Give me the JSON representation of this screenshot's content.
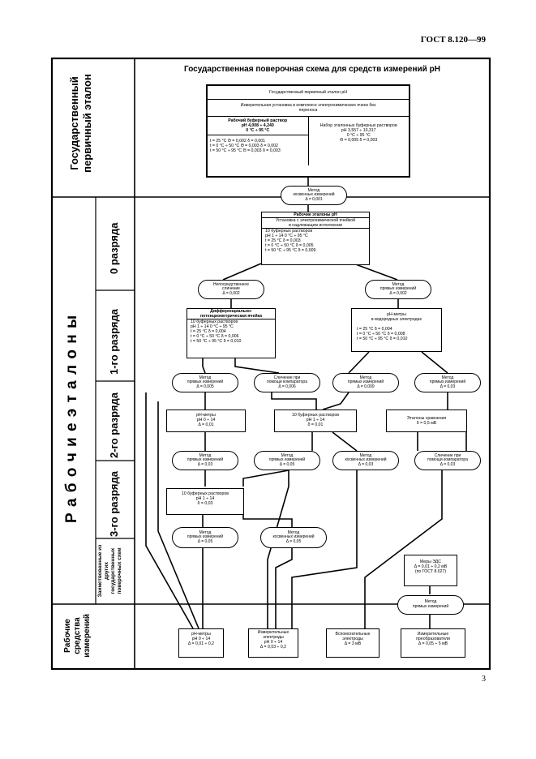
{
  "header": {
    "doc_id": "ГОСТ 8.120—99",
    "page_number": "3"
  },
  "title": "Государственная поверочная схема для средств измерений рН",
  "rows": {
    "primary": "Государственный первичный эталон",
    "working": "Р а б о ч и е   э т а л о н ы",
    "grade0": "0 разряда",
    "grade1": "1-го разряда",
    "grade2": "2-го разряда",
    "grade3": "3-го разряда",
    "other": "Заимствованные из других государственных поверочных схем",
    "instruments": "Рабочие средства измерений"
  },
  "primary_standard": {
    "caption": "Государственный первичный эталон рН",
    "installation": "Измерительная установка в комплексе электрохимических ячеек без переноса",
    "left": "Рабочий буферный раствор\nрН 4,008 ÷ 4,240\n0 °С ÷ 95 °С",
    "right": "Набор эталонных буферных растворов\nрН 3,557 ÷ 10,317\n0 °С ÷ 95 °С",
    "left_metrics": "t = 25 °C      Θ = 0,002    δ = 0,001\nt = 0 °C ÷ 50 °C    Θ = 0,003    δ = 0,002\nt = 50 °C ÷ 95 °C   Θ = 0,003    δ = 0,003",
    "right_metrics": "Θ = 0,005    δ = 0,003"
  },
  "method_top": "Метод\nкосвенных измерений\nΔ = 0,001",
  "grade0_standard": {
    "title": "Рабочие эталоны рН",
    "installation": "Установка с электрохимической ячейкой\nв надлежащем исполнении",
    "body": "10 буферных растворов\nрН 1 ÷ 14        0 °С ÷ 95 °С\nt = 25 °C           δ = 0,003\nt = 0 °C ÷ 50 °C    δ = 0,005\nt = 50 °C ÷ 95 °C   δ = 0,009"
  },
  "pills_0_1": {
    "left": "Непосредственное\nсличение\nΔ = 0,002",
    "right": "Метод\nпрямых измерений\nΔ = 0,002"
  },
  "grade1_left": {
    "title": "Дифференциально-потенциометрическая ячейка",
    "body": "10 буферных растворов\nрН 1 ÷ 14         0 °С ÷ 95 °С\nt = 25 °C           δ = 0,004\nt = 0 °C ÷ 50 °C    δ = 0,006\nt = 50 °C ÷ 95 °C   δ = 0,010"
  },
  "grade1_right": {
    "title": "рН-метры\nв водородных электродах",
    "body": "t = 25 °C          δ = 0,004\nt = 0 °C ÷ 50 °C   δ = 0,008\nt = 50 °C ÷ 95 °C  δ = 0,010"
  },
  "pills_1_2": [
    "Метод\nпрямых измерений\nΔ = 0,005",
    "Сличение при\nпомощи компаратора\nΔ = 0,006",
    "Метод\nпрямых измерений\nΔ = 0,009",
    "Метод\nпрямых измерений\nΔ = 0,03"
  ],
  "grade2": {
    "ph_meters": "рН-метры\nрН 0 ÷ 14\nΔ = 0,01",
    "buffers": "10 буферных растворов\nрН 1 ÷ 14\nδ = 0,01",
    "emf": "Эталоны сравнения\nδ = 0,5 мВ"
  },
  "pills_2_3": [
    "Метод\nпрямых измерений\nΔ = 0,03",
    "Метод\nпрямых измерений\nΔ = 0,05",
    "Метод\nкосвенных измерений\nΔ = 0,03",
    "Сличение при\nпомощи компаратора\nΔ = 0,03"
  ],
  "grade3": {
    "buffers": "10 буферных растворов\nрН 1 ÷ 14\nδ = 0,03"
  },
  "pills_3": [
    "Метод\nпрямых измерений\nΔ = 0,05",
    "Метод\nкосвенных измерений\nΔ = 0,05"
  ],
  "borrowed": {
    "emf_measures": "Меры ЭДС\nΔ = 0,01 ÷ 0,2 мВ\n(по ГОСТ 8.027)",
    "method": "Метод\nпрямых измерений"
  },
  "instruments": [
    "рН-метры\nрН 0 ÷ 14\nΔ = 0,01 ÷ 0,2",
    "Измерительные\nэлектроды\nрН 0 ÷ 14\nΔ = 0,03 ÷ 0,2",
    "Вспомогательные\nэлектроды\nΔ = 3 мВ",
    "Измерительные\nпреобразователи\nΔ = 0,05 ÷ 5 мВ"
  ]
}
